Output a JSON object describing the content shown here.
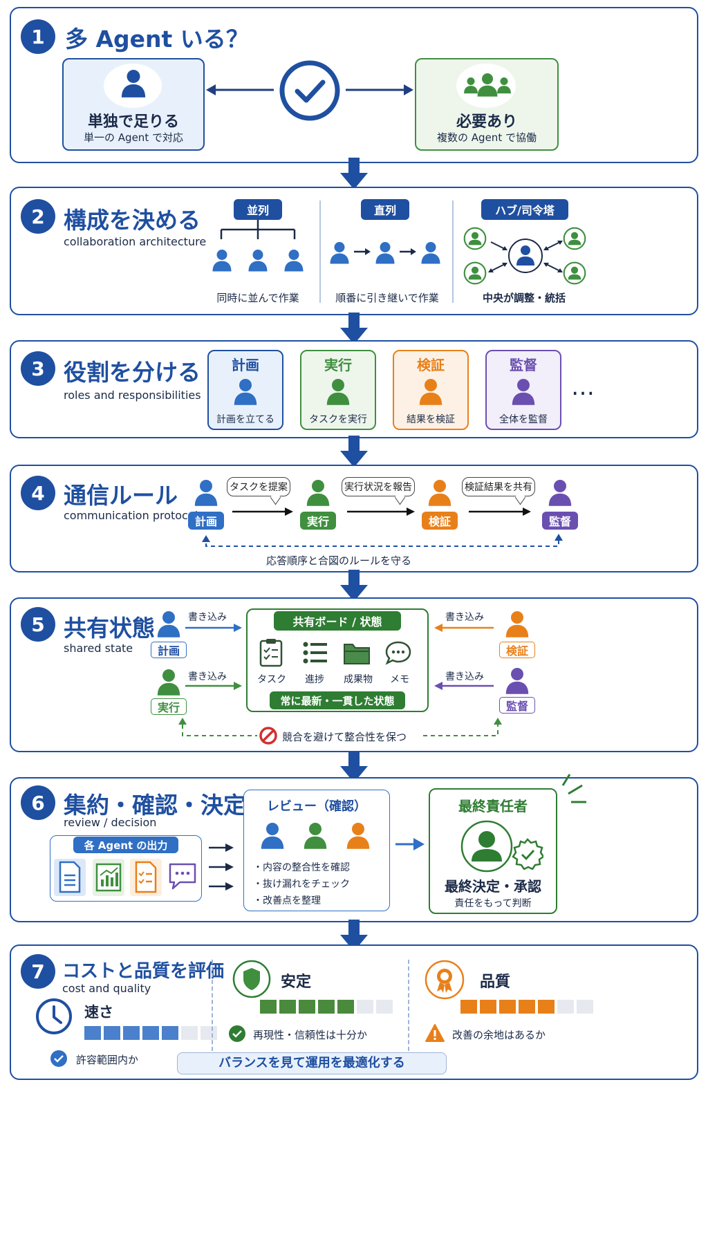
{
  "colors": {
    "blue": "#1f4fa0",
    "person_blue": "#2f6fc4",
    "green": "#3f8f3f",
    "orange": "#e8801a",
    "purple": "#6a4fb0",
    "light_blue_bg": "#e8f1fb",
    "light_green_bg": "#eef6ec"
  },
  "s1": {
    "num": "1",
    "title": "多 Agent いる？",
    "left": {
      "title": "単独で足りる",
      "desc": "単一の Agent で対応",
      "icon": "person-icon"
    },
    "center_icon": "check-circle-icon",
    "right": {
      "title": "必要あり",
      "desc": "複数の Agent で協働",
      "icon": "group-icon"
    }
  },
  "s2": {
    "num": "2",
    "title": "構成を決める",
    "subtitle": "collaboration architecture",
    "parallel": {
      "label": "並列",
      "caption": "同時に並んで作業"
    },
    "serial": {
      "label": "直列",
      "caption": "順番に引き継いで作業"
    },
    "hub": {
      "label": "ハブ/司令塔",
      "caption": "中央が調整・統括"
    }
  },
  "s3": {
    "num": "3",
    "title": "役割を分ける",
    "subtitle": "roles and responsibilities",
    "roles": [
      {
        "label": "計画",
        "desc": "計画を立てる"
      },
      {
        "label": "実行",
        "desc": "タスクを実行"
      },
      {
        "label": "検証",
        "desc": "結果を検証"
      },
      {
        "label": "監督",
        "desc": "全体を監督"
      }
    ],
    "more": "…"
  },
  "s4": {
    "num": "4",
    "title": "通信ルール",
    "subtitle": "communication protocol",
    "agents": [
      "計画",
      "実行",
      "検証",
      "監督"
    ],
    "messages": [
      "タスクを提案",
      "実行状況を報告",
      "検証結果を共有"
    ],
    "footer": "応答順序と合図のルールを守る"
  },
  "s5": {
    "num": "5",
    "title": "共有状態",
    "subtitle": "shared state",
    "write_label": "書き込み",
    "agents": {
      "plan": "計画",
      "exec": "実行",
      "verify": "検証",
      "supervise": "監督"
    },
    "board": {
      "title": "共有ボード / 状態",
      "items": [
        "タスク",
        "進捗",
        "成果物",
        "メモ"
      ],
      "footer": "常に最新・一貫した状態"
    },
    "note": "競合を避けて整合性を保つ"
  },
  "s6": {
    "num": "6",
    "title": "集約・確認・決定",
    "subtitle": "review / decision",
    "outputs_title": "各 Agent の出力",
    "review": {
      "title": "レビュー（確認）",
      "items": [
        "・内容の整合性を確認",
        "・抜け漏れをチェック",
        "・改善点を整理"
      ]
    },
    "final": {
      "title": "最終責任者",
      "decision": "最終決定・承認",
      "desc": "責任をもって判断"
    }
  },
  "s7": {
    "num": "7",
    "title": "コストと品質を評価",
    "subtitle": "cost and quality",
    "speed": {
      "label": "速さ",
      "level": 5,
      "max": 7,
      "check": "許容範囲内か"
    },
    "stability": {
      "label": "安定",
      "level": 5,
      "max": 7,
      "check": "再現性・信頼性は十分か"
    },
    "quality": {
      "label": "品質",
      "level": 5,
      "max": 7,
      "check": "改善の余地はあるか"
    },
    "banner": "バランスを見て運用を最適化する"
  }
}
